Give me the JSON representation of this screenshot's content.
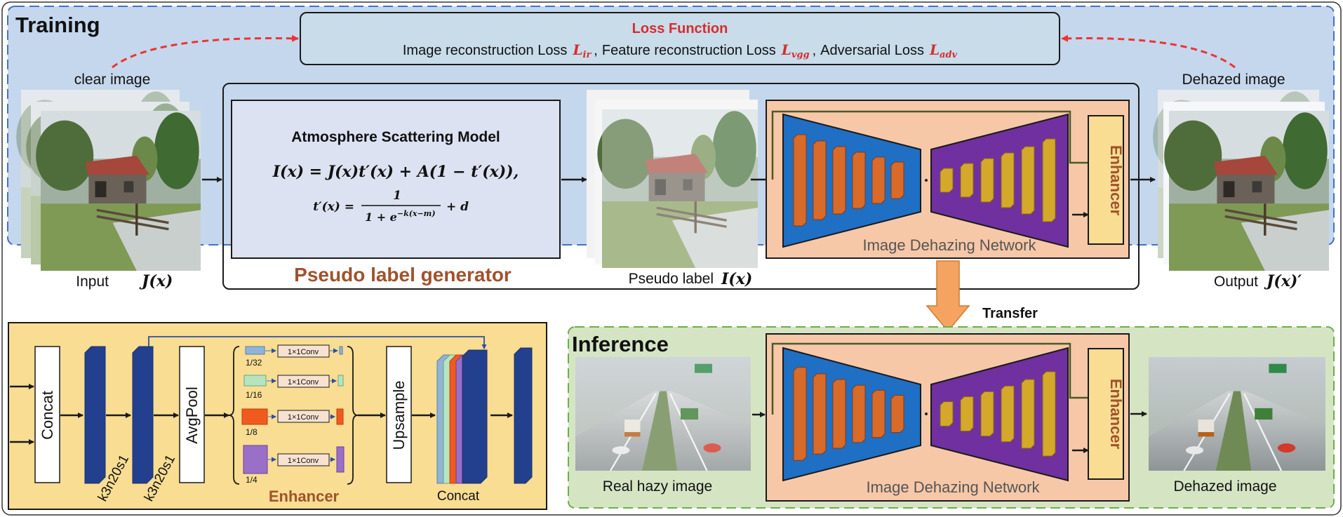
{
  "training": {
    "title": "Training",
    "loss": {
      "title": "Loss Function",
      "ir_label": "Image reconstruction Loss",
      "ir_sym": "L",
      "ir_sub": "ir",
      "sep1": ",",
      "vgg_label": "Feature reconstruction Loss",
      "vgg_sym": "L",
      "vgg_sub": "vgg",
      "sep2": ",",
      "adv_label": "Adversarial Loss",
      "adv_sym": "L",
      "adv_sub": "adv"
    },
    "clear_image_label": "clear image",
    "input_label": "Input",
    "input_symbol": "J(x)",
    "asm": {
      "title": "Atmosphere Scattering Model",
      "eq1": "I(x) = J(x)t′(x) + A(1 − t′(x)),",
      "eq2_lhs": "t′(x) =",
      "eq2_num": "1",
      "eq2_den": "1 + e",
      "eq2_exp": "−k(x−m)",
      "eq2_tail": "+ d"
    },
    "pseudo_generator_label": "Pseudo label generator",
    "pseudo_label": "Pseudo label",
    "pseudo_symbol": "I(x)",
    "network_label": "Image Dehazing Network",
    "enhancer_label": "Enhancer",
    "dehazed_label": "Dehazed image",
    "output_label": "Output",
    "output_symbol": "J(x)′"
  },
  "transfer_label": "Transfer",
  "enhancer_detail": {
    "concat_left": "Concat",
    "conv1_label": "k3n20s1",
    "conv2_label": "k3n20s1",
    "avgpool": "AvgPool",
    "scales": [
      "1/32",
      "1/16",
      "1/8",
      "1/4"
    ],
    "conv_box": "1×1Conv",
    "upsample": "Upsample",
    "concat_right": "Concat",
    "title": "Enhancer"
  },
  "inference": {
    "title": "Inference",
    "real_hazy_label": "Real hazy image",
    "network_label": "Image Dehazing Network",
    "enhancer_label": "Enhancer",
    "dehazed_label": "Dehazed image"
  },
  "colors": {
    "training_bg": "#c5d7ec",
    "training_border": "#4472c4",
    "inference_bg": "#d5e5c4",
    "inference_border": "#70ad47",
    "enhancer_panel_bg": "#f8dd92",
    "network_bg": "#f7c8a8",
    "encoder_blue": "#1f6fc4",
    "decoder_purple": "#7030a0",
    "enc_block": "#d86a2a",
    "dec_block": "#d4a82a",
    "loss_red": "#d62d2d",
    "pseudo_brown": "#a0522d"
  }
}
